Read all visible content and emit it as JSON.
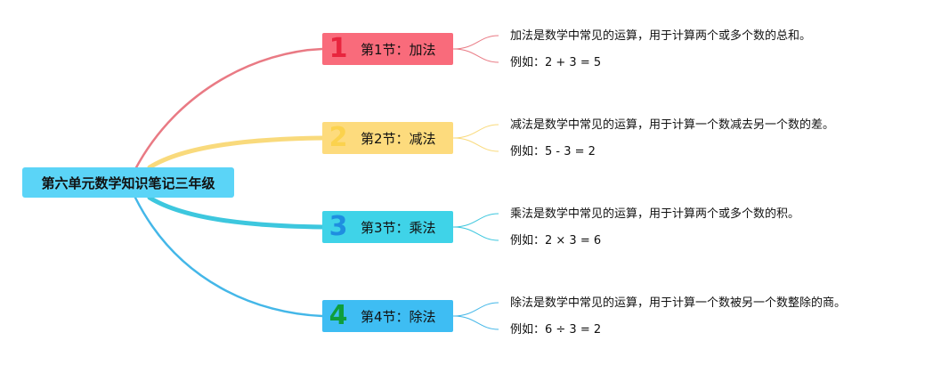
{
  "root": {
    "title": "第六单元数学知识笔记三年级"
  },
  "sections": [
    {
      "number": "1",
      "title": "第1节：加法",
      "description": "加法是数学中常见的运算，用于计算两个或多个数的总和。",
      "example": "例如：2 + 3 = 5",
      "fill": "#f96b7b",
      "number_color": "#e8253e",
      "link_color": "#e97a84"
    },
    {
      "number": "2",
      "title": "第2节：减法",
      "description": "减法是数学中常见的运算，用于计算一个数减去另一个数的差。",
      "example": "例如：5 - 3 = 2",
      "fill": "#fddb7d",
      "number_color": "#fbd24d",
      "link_color": "#f9da7c"
    },
    {
      "number": "3",
      "title": "第3节：乘法",
      "description": "乘法是数学中常见的运算，用于计算两个或多个数的积。",
      "example": "例如：2 × 3 = 6",
      "fill": "#3fd3e8",
      "number_color": "#1f8ee0",
      "link_color": "#3dc7de"
    },
    {
      "number": "4",
      "title": "第4节：除法",
      "description": "除法是数学中常见的运算，用于计算一个数被另一个数整除的商。",
      "example": "例如：6 ÷ 3 = 2",
      "fill": "#3ebdf3",
      "number_color": "#0f9e3c",
      "link_color": "#44b7e8"
    }
  ]
}
